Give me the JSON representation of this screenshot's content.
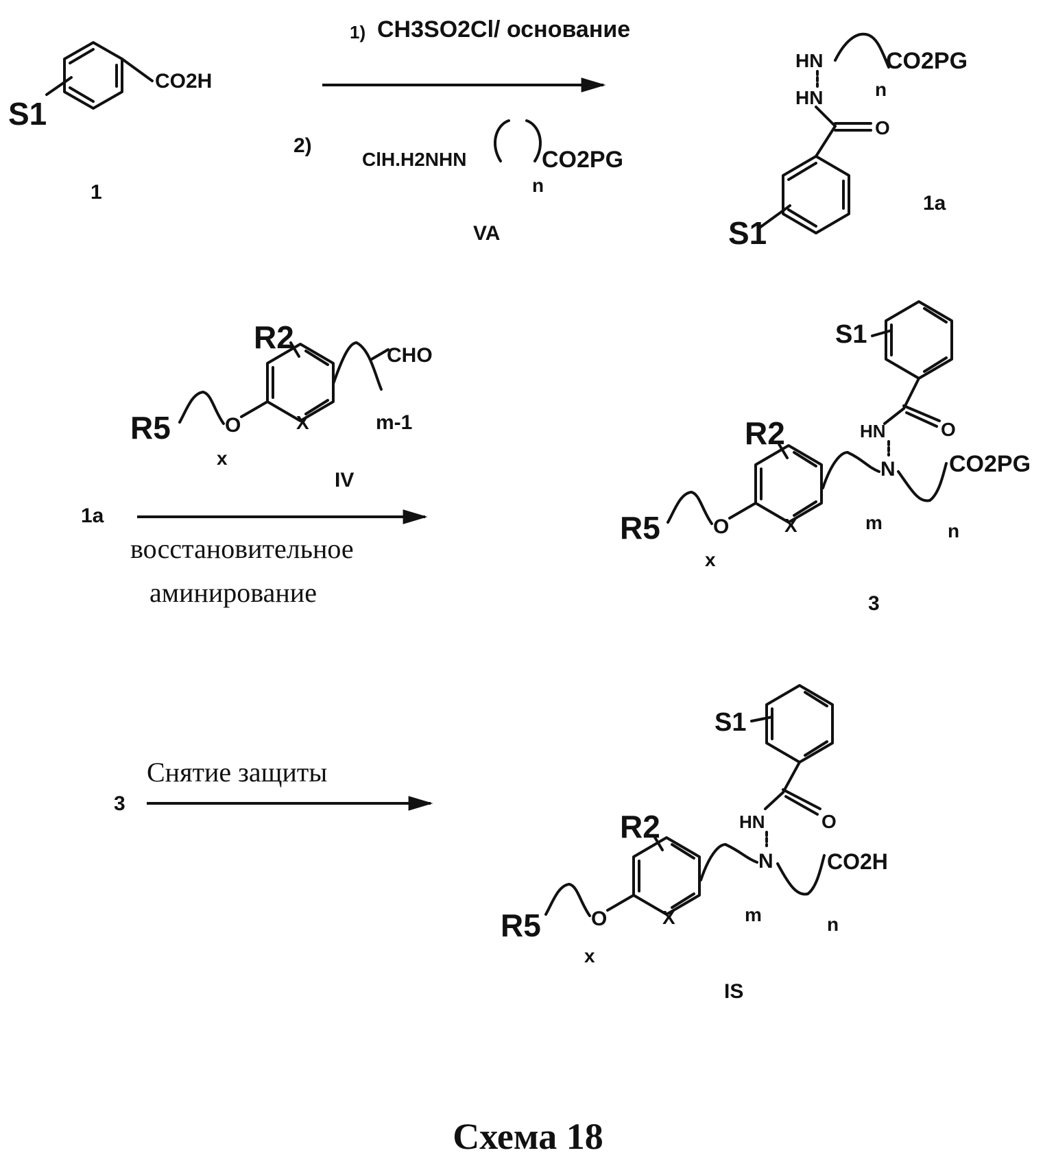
{
  "scheme_title": "Схема 18",
  "compounds": {
    "c1": {
      "label": "1",
      "group": "CO2H",
      "substituent": "S1"
    },
    "va": {
      "label": "VA",
      "reagent": "ClH.H2NHN",
      "group": "CO2PG",
      "index": "n"
    },
    "c1a": {
      "label": "1a",
      "nh_top": "HN",
      "nh_bottom": "HN",
      "group": "CO2PG",
      "index": "n",
      "oxygen": "O",
      "substituent": "S1"
    },
    "iv": {
      "label": "IV",
      "r2": "R2",
      "r5": "R5",
      "oxygen": "O",
      "x_atom": "X",
      "cho": "CHO",
      "index_x": "x",
      "index_m1": "m-1"
    },
    "c3": {
      "label": "3",
      "r2": "R2",
      "r5": "R5",
      "oxygen": "O",
      "x_atom": "X",
      "index_x": "x",
      "index_m": "m",
      "index_n": "n",
      "hn": "HN",
      "n_atom": "N",
      "carbonyl_o": "O",
      "group": "CO2PG",
      "substituent": "S1"
    },
    "is": {
      "label": "IS",
      "r2": "R2",
      "r5": "R5",
      "oxygen": "O",
      "x_atom": "X",
      "index_x": "x",
      "index_m": "m",
      "index_n": "n",
      "hn": "HN",
      "n_atom": "N",
      "carbonyl_o": "O",
      "group": "CO2H",
      "substituent": "S1"
    }
  },
  "steps": {
    "step1": {
      "cond1_num": "1)",
      "cond1_text": "CH3SO2Cl/ основание",
      "cond2_num": "2)"
    },
    "step2": {
      "start": "1a",
      "cond_line1": "восстановительное",
      "cond_line2": "аминирование"
    },
    "step3": {
      "start": "3",
      "cond": "Снятие защиты"
    }
  }
}
